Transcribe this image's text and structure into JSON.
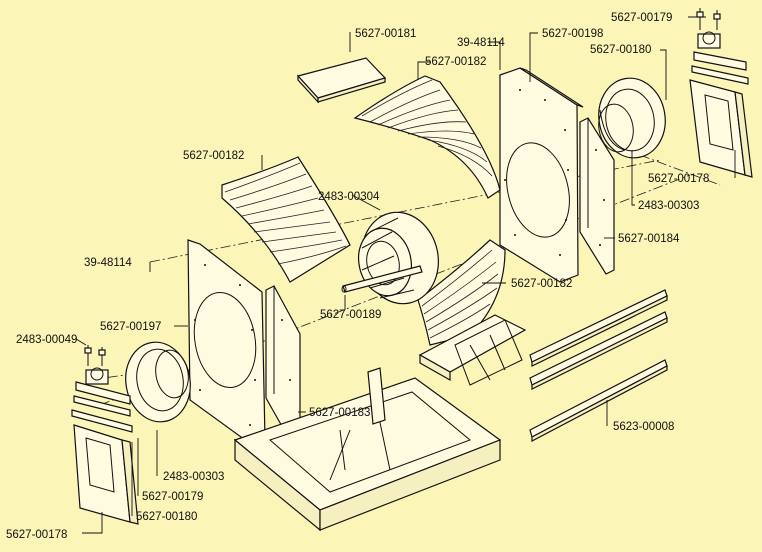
{
  "labels": {
    "p_5627_00181": "5627-00181",
    "p_5627_00182_top": "5627-00182",
    "p_5627_00182_left": "5627-00182",
    "p_5627_00182_lower": "5627-00182",
    "p_39_48114_top": "39-48114",
    "p_39_48114_left": "39-48114",
    "p_5627_00198": "5627-00198",
    "p_5627_00179_top": "5627-00179",
    "p_5627_00180_top": "5627-00180",
    "p_5627_00178_right": "5627-00178",
    "p_2483_00303_right": "2483-00303",
    "p_5627_00184": "5627-00184",
    "p_2483_00304": "2483-00304",
    "p_5627_00189": "5627-00189",
    "p_5627_00197": "5627-00197",
    "p_2483_00049": "2483-00049",
    "p_5627_00183": "5627-00183",
    "p_5623_00008": "5623-00008",
    "p_2483_00303_left": "2483-00303",
    "p_5627_00179_left": "5627-00179",
    "p_5627_00180_left": "5627-00180",
    "p_5627_00178_left": "5627-00178"
  },
  "colors": {
    "background": "#fbf5b8",
    "line": "#111111",
    "part_fill": "#fffbe0"
  }
}
